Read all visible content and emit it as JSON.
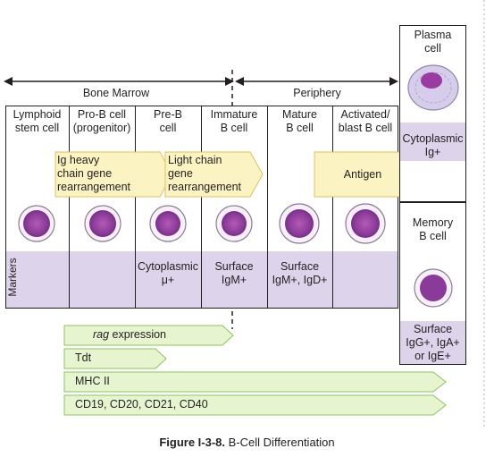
{
  "regions": {
    "bone_marrow": "Bone Marrow",
    "periphery": "Periphery"
  },
  "stages": [
    {
      "label": "Lymphoid\nstem cell"
    },
    {
      "label": "Pro-B cell\n(progenitor)"
    },
    {
      "label": "Pre-B\ncell"
    },
    {
      "label": "Immature\nB cell"
    },
    {
      "label": "Mature\nB cell"
    },
    {
      "label": "Activated/\nblast B cell"
    }
  ],
  "events": [
    {
      "label": "Ig heavy\nchain gene\nrearrangement"
    },
    {
      "label": "Light chain\ngene\nrearrangement"
    },
    {
      "label": "Antigen"
    }
  ],
  "markers_label": "Markers",
  "markers": [
    {
      "stage": "Pre-B cell",
      "text": "Cytoplasmic\nμ+"
    },
    {
      "stage": "Immature B cell",
      "text": "Surface\nIgM+"
    },
    {
      "stage": "Mature B cell",
      "text": "Surface\nIgM+, IgD+"
    }
  ],
  "plasma_cell": {
    "title": "Plasma\ncell",
    "marker": "Cytoplasmic\nIg+"
  },
  "memory_cell": {
    "title": "Memory\nB cell",
    "marker": "Surface\nIgG+, IgA+\nor IgE+"
  },
  "expression_bars": [
    {
      "label": "rag expression",
      "italic_part": "rag"
    },
    {
      "label": "Tdt"
    },
    {
      "label": "MHC II"
    },
    {
      "label": "CD19, CD20, CD21, CD40"
    }
  ],
  "caption": {
    "figure": "Figure I-3-8.",
    "title": "B-Cell Differentiation"
  },
  "colors": {
    "event_fill": "#fbf3c2",
    "event_stroke": "#d9c35f",
    "bar_fill": "#e6f4cf",
    "bar_stroke": "#8dc35a",
    "marker_band": "#ddd3ea",
    "cell_purple": "#8b3b97"
  }
}
